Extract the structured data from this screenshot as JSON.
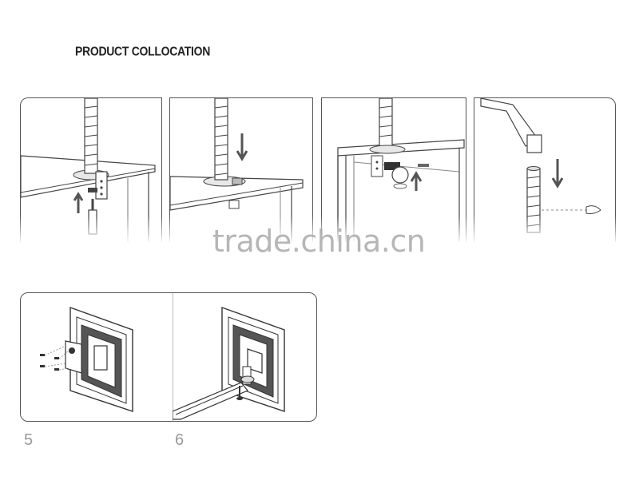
{
  "header": {
    "title": "PRODUCT COLLOCATION"
  },
  "watermark": {
    "text": "trade.china.cn"
  },
  "steps": [
    {
      "label": "5"
    },
    {
      "label": "6"
    }
  ]
}
